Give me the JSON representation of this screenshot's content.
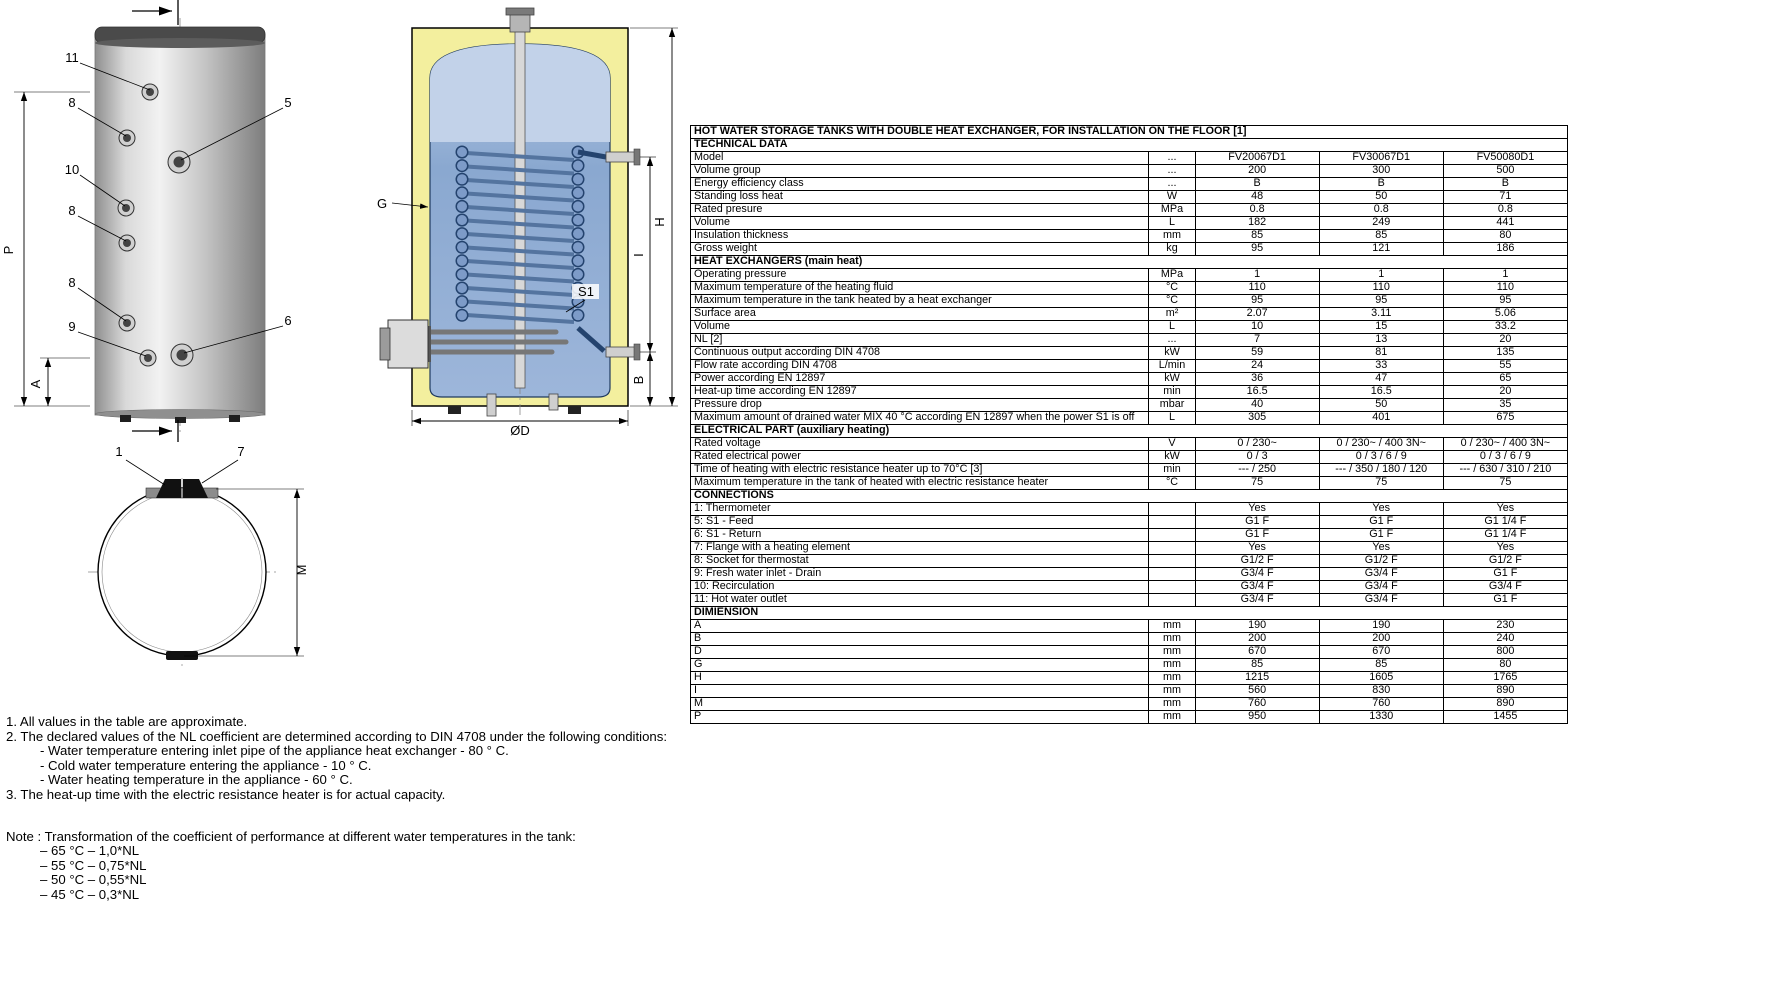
{
  "table": {
    "title": "HOT WATER STORAGE TANKS WITH DOUBLE HEAT EXCHANGER, FOR INSTALLATION ON THE FLOOR [1]",
    "sections": [
      {
        "header": "TECHNICAL DATA",
        "rows": [
          {
            "label": "Model",
            "unit": "...",
            "values": [
              "FV20067D1",
              "FV30067D1",
              "FV50080D1"
            ]
          },
          {
            "label": "Volume group",
            "unit": "...",
            "values": [
              "200",
              "300",
              "500"
            ]
          },
          {
            "label": "Energy efficiency class",
            "unit": "...",
            "values": [
              "B",
              "B",
              "B"
            ]
          },
          {
            "label": "Standing loss heat",
            "unit": "W",
            "values": [
              "48",
              "50",
              "71"
            ]
          },
          {
            "label": "Rated presure",
            "unit": "MPa",
            "values": [
              "0.8",
              "0.8",
              "0.8"
            ]
          },
          {
            "label": "Volume",
            "unit": "L",
            "values": [
              "182",
              "249",
              "441"
            ]
          },
          {
            "label": "Insulation thickness",
            "unit": "mm",
            "values": [
              "85",
              "85",
              "80"
            ]
          },
          {
            "label": "Gross weight",
            "unit": "kg",
            "values": [
              "95",
              "121",
              "186"
            ]
          }
        ]
      },
      {
        "header": "HEAT EXCHANGERS (main heat)",
        "rows": [
          {
            "label": "Operating pressure",
            "unit": "MPa",
            "values": [
              "1",
              "1",
              "1"
            ]
          },
          {
            "label": "Maximum temperature of the heating fluid",
            "unit": "°C",
            "values": [
              "110",
              "110",
              "110"
            ]
          },
          {
            "label": "Maximum temperature in the tank heated by a heat exchanger",
            "unit": "°C",
            "values": [
              "95",
              "95",
              "95"
            ]
          },
          {
            "label": "Surface area",
            "unit": "m²",
            "values": [
              "2.07",
              "3.11",
              "5.06"
            ]
          },
          {
            "label": "Volume",
            "unit": "L",
            "values": [
              "10",
              "15",
              "33.2"
            ]
          },
          {
            "label": "NL [2]",
            "unit": "...",
            "values": [
              "7",
              "13",
              "20"
            ]
          },
          {
            "label": "Continuous output according DIN 4708",
            "unit": "kW",
            "values": [
              "59",
              "81",
              "135"
            ]
          },
          {
            "label": "Flow rate according DIN 4708",
            "unit": "L/min",
            "values": [
              "24",
              "33",
              "55"
            ]
          },
          {
            "label": "Power according EN 12897",
            "unit": "kW",
            "values": [
              "36",
              "47",
              "65"
            ]
          },
          {
            "label": "Heat-up time according EN 12897",
            "unit": "min",
            "values": [
              "16.5",
              "16.5",
              "20"
            ]
          },
          {
            "label": "Pressure drop",
            "unit": "mbar",
            "values": [
              "40",
              "50",
              "35"
            ]
          },
          {
            "label": "Maximum amount of drained water MIX 40 °C according EN 12897 when the power S1 is off",
            "unit": "L",
            "values": [
              "305",
              "401",
              "675"
            ]
          }
        ]
      },
      {
        "header": "ELECTRICAL PART (auxiliary heating)",
        "rows": [
          {
            "label": "Rated voltage",
            "unit": "V",
            "values": [
              "0 / 230~",
              "0 / 230~ / 400 3N~",
              "0 / 230~ / 400 3N~"
            ]
          },
          {
            "label": "Rated electrical power",
            "unit": "kW",
            "values": [
              "0 / 3",
              "0 / 3 / 6 / 9",
              "0 / 3 / 6 / 9"
            ]
          },
          {
            "label": "Time of heating with electric resistance heater up to 70°C [3]",
            "unit": "min",
            "values": [
              "--- / 250",
              "--- / 350 / 180 / 120",
              "--- / 630 / 310 / 210"
            ]
          },
          {
            "label": "Maximum temperature in the tank of heated with electric resistance heater",
            "unit": "°C",
            "values": [
              "75",
              "75",
              "75"
            ]
          }
        ]
      },
      {
        "header": "CONNECTIONS",
        "rows": [
          {
            "label": "1: Thermometer",
            "unit": "",
            "values": [
              "Yes",
              "Yes",
              "Yes"
            ]
          },
          {
            "label": "5: S1 - Feed",
            "unit": "",
            "values": [
              "G1 F",
              "G1 F",
              "G1 1/4 F"
            ]
          },
          {
            "label": "6: S1 - Return",
            "unit": "",
            "values": [
              "G1 F",
              "G1 F",
              "G1 1/4 F"
            ]
          },
          {
            "label": "7: Flange with a heating element",
            "unit": "",
            "values": [
              "Yes",
              "Yes",
              "Yes"
            ]
          },
          {
            "label": "8: Socket for thermostat",
            "unit": "",
            "values": [
              "G1/2 F",
              "G1/2 F",
              "G1/2 F"
            ]
          },
          {
            "label": "9: Fresh water inlet - Drain",
            "unit": "",
            "values": [
              "G3/4 F",
              "G3/4 F",
              "G1 F"
            ]
          },
          {
            "label": "10: Recirculation",
            "unit": "",
            "values": [
              "G3/4 F",
              "G3/4 F",
              "G3/4 F"
            ]
          },
          {
            "label": "11: Hot water outlet",
            "unit": "",
            "values": [
              "G3/4 F",
              "G3/4 F",
              "G1 F"
            ]
          }
        ]
      },
      {
        "header": "DIMIENSION",
        "rows": [
          {
            "label": "A",
            "unit": "mm",
            "values": [
              "190",
              "190",
              "230"
            ]
          },
          {
            "label": "B",
            "unit": "mm",
            "values": [
              "200",
              "200",
              "240"
            ]
          },
          {
            "label": "D",
            "unit": "mm",
            "values": [
              "670",
              "670",
              "800"
            ]
          },
          {
            "label": "G",
            "unit": "mm",
            "values": [
              "85",
              "85",
              "80"
            ]
          },
          {
            "label": "H",
            "unit": "mm",
            "values": [
              "1215",
              "1605",
              "1765"
            ]
          },
          {
            "label": "I",
            "unit": "mm",
            "values": [
              "560",
              "830",
              "890"
            ]
          },
          {
            "label": "M",
            "unit": "mm",
            "values": [
              "760",
              "760",
              "890"
            ]
          },
          {
            "label": "P",
            "unit": "mm",
            "values": [
              "950",
              "1330",
              "1455"
            ]
          }
        ]
      }
    ]
  },
  "notes": {
    "lines": [
      {
        "indent": 0,
        "text": "1. All values in the table are approximate."
      },
      {
        "indent": 0,
        "text": "2. The declared values of the NL coefficient are determined according to DIN 4708 under the following conditions:"
      },
      {
        "indent": 1,
        "text": "- Water temperature entering inlet pipe of the appliance heat exchanger - 80 ° C."
      },
      {
        "indent": 1,
        "text": "- Cold water temperature entering the appliance - 10 ° C."
      },
      {
        "indent": 1,
        "text": "- Water heating temperature in the appliance - 60 ° C."
      },
      {
        "indent": 0,
        "text": "3. The heat-up time with the electric resistance heater is for actual capacity."
      },
      {
        "indent": 0,
        "text": ""
      },
      {
        "indent": 0,
        "text": "Note : Transformation of the coefficient of performance at different water temperatures in the tank:"
      },
      {
        "indent": 1,
        "text": "– 65 °C – 1,0*NL"
      },
      {
        "indent": 1,
        "text": "– 55 °C – 0,75*NL"
      },
      {
        "indent": 1,
        "text": "– 50 °C – 0,55*NL"
      },
      {
        "indent": 1,
        "text": "– 45 °C – 0,3*NL"
      }
    ]
  },
  "drawings": {
    "front": {
      "c11": "11",
      "c8a": "8",
      "c10": "10",
      "c8b": "8",
      "c8c": "8",
      "c9": "9",
      "c5": "5",
      "c6": "6",
      "dimP": "P",
      "dimA": "A"
    },
    "section": {
      "g": "G",
      "s1": "S1",
      "h": "H",
      "i": "I",
      "b": "B",
      "od": "ØD"
    },
    "top": {
      "c1": "1",
      "c7": "7",
      "dimM": "M"
    }
  },
  "colors": {
    "insulation": "#f3ef9e",
    "tank_steel_blue": "#8aa8d0"
  }
}
